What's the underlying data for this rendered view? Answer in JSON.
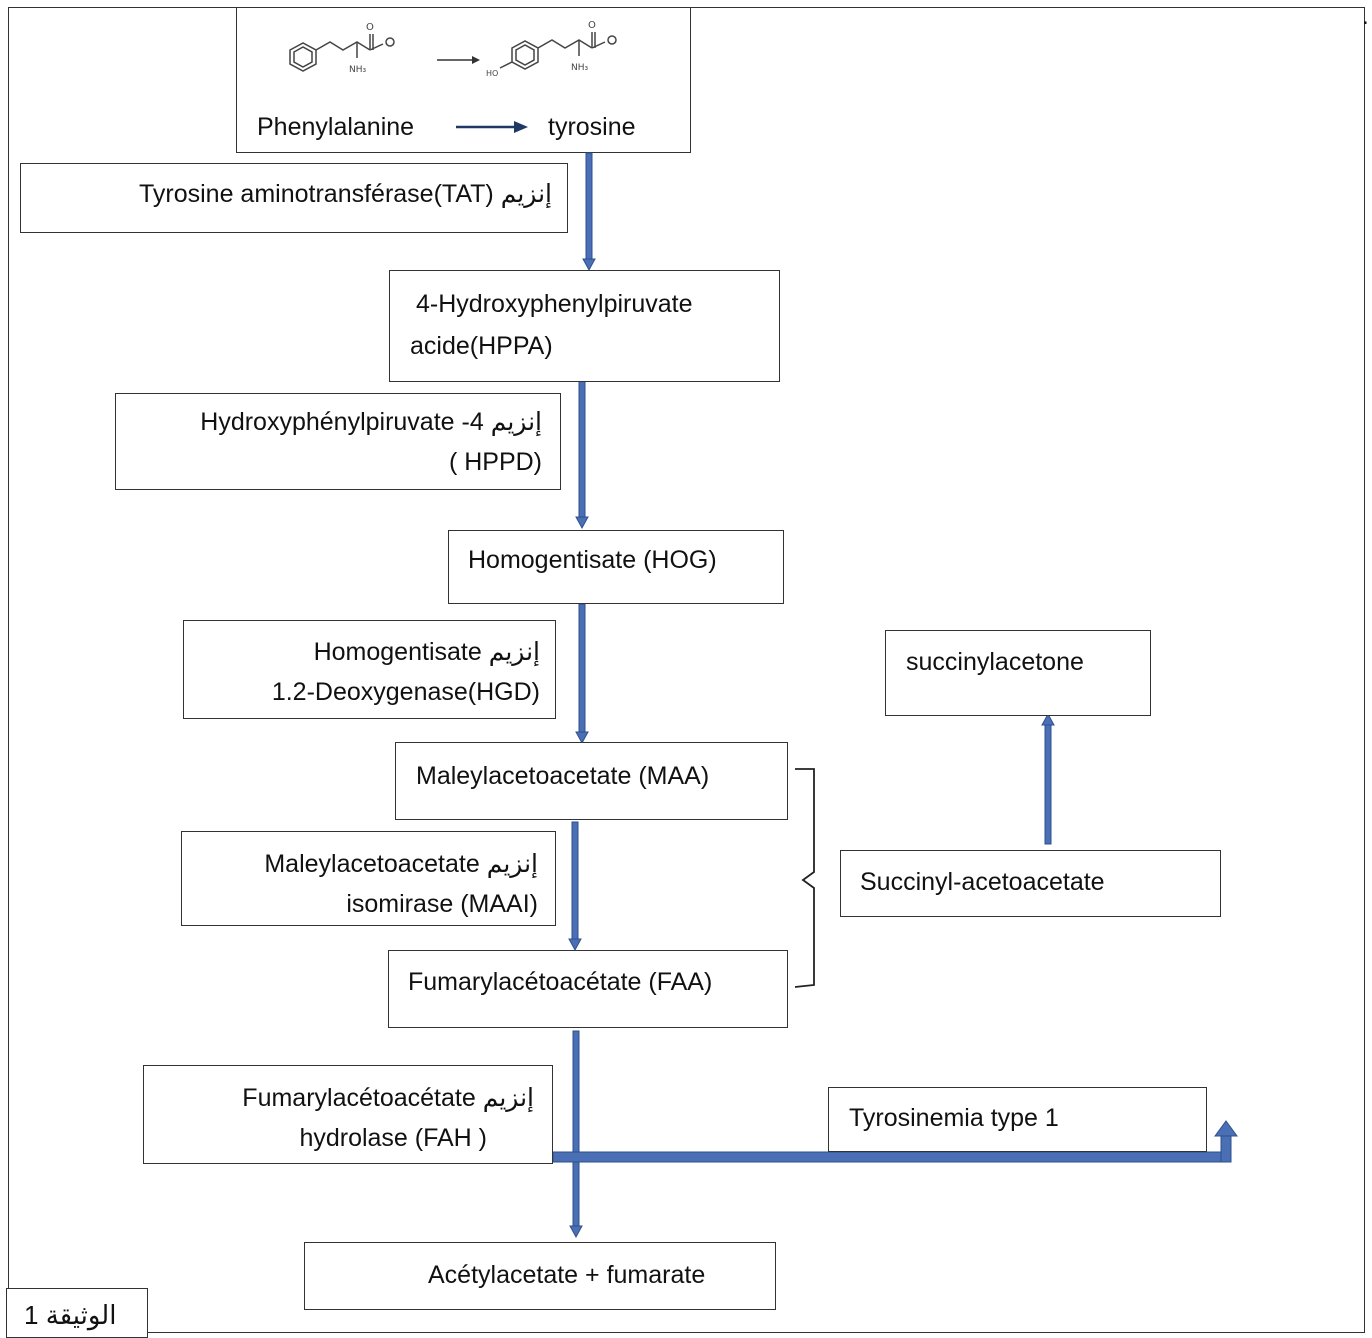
{
  "start_box": {
    "reaction_label": "Phenylalanine",
    "product_label": "tyrosine",
    "structure_left_nh3": "NH₃",
    "structure_right_nh3": "NH₃",
    "structure_ho": "HO"
  },
  "enzymes": {
    "tat": "إنزيم Tyrosine aminotransférase(TAT)",
    "hppd_line1": "إنزيم 4- Hydroxyphénylpiruvate",
    "hppd_line2": "( HPPD)",
    "hgd_line1": "إنزيم Homogentisate",
    "hgd_line2": "1.2-Deoxygenase(HGD)",
    "maai_line1": "إنزيم Maleylacetoacetate",
    "maai_line2": "isomirase (MAAI)",
    "fah_line1": "إنزيم  Fumarylacétoacétate",
    "fah_line2": "hydrolase (FAH )"
  },
  "metabolites": {
    "hppa_line1": "4-Hydroxyphenylpiruvate",
    "hppa_line2": "acide(HPPA)",
    "hog": "Homogentisate (HOG)",
    "maa": "Maleylacetoacetate (MAA)",
    "faa": "Fumarylacétoacétate (FAA)",
    "end": "Acétylacetate + fumarate",
    "succinyl": "Succinyl-acetoacetate",
    "succinylacetone": "succinylacetone",
    "tyrosinemia": "Tyrosinemia type 1"
  },
  "document_label": "الوثيقة 1",
  "corner_mark": ".",
  "colors": {
    "arrow_blue": "#4a6fb5",
    "arrow_edge": "#2f4f8f",
    "reaction_arrow": "#1f3864"
  }
}
